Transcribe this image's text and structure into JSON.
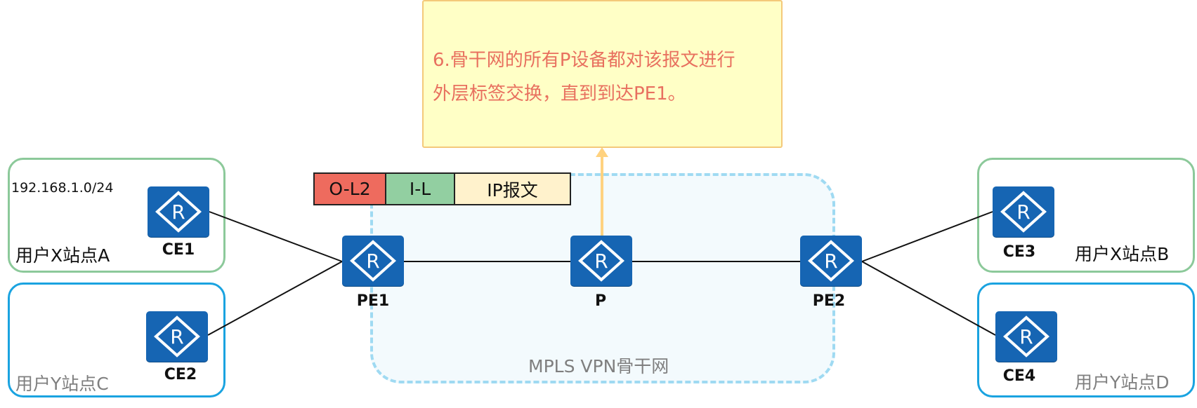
{
  "note": {
    "text_line1": "6.骨干网的所有P设备都对该报文进行",
    "text_line2": "外层标签交换，直到到达PE1。",
    "border_color": "#f4c97a",
    "fill_color": "#ffffc6",
    "text_color": "#e8705f"
  },
  "packet": {
    "outer_label": "O-L2",
    "inner_label": "I-L",
    "payload": "IP报文",
    "colors": {
      "outer": "#ee6b5e",
      "inner": "#92cfa1",
      "payload": "#fff2cc"
    }
  },
  "backbone": {
    "label": "MPLS VPN骨干网",
    "border_color": "#9fdaf2"
  },
  "subnet": "192.168.1.0/24",
  "sites": {
    "a": "用户X站点A",
    "c": "用户Y站点C",
    "b": "用户X站点B",
    "d": "用户Y站点D"
  },
  "devices": {
    "ce1": "CE1",
    "ce2": "CE2",
    "ce3": "CE3",
    "ce4": "CE4",
    "pe1": "PE1",
    "p": "P",
    "pe2": "PE2"
  },
  "icons": {
    "router": "router-icon",
    "arrow": "arrow-up-icon"
  },
  "colors": {
    "router": "#1665b3",
    "site_x_border": "#8cc99a",
    "site_y_border": "#1aa3e0",
    "arrow": "#ffd27f"
  }
}
